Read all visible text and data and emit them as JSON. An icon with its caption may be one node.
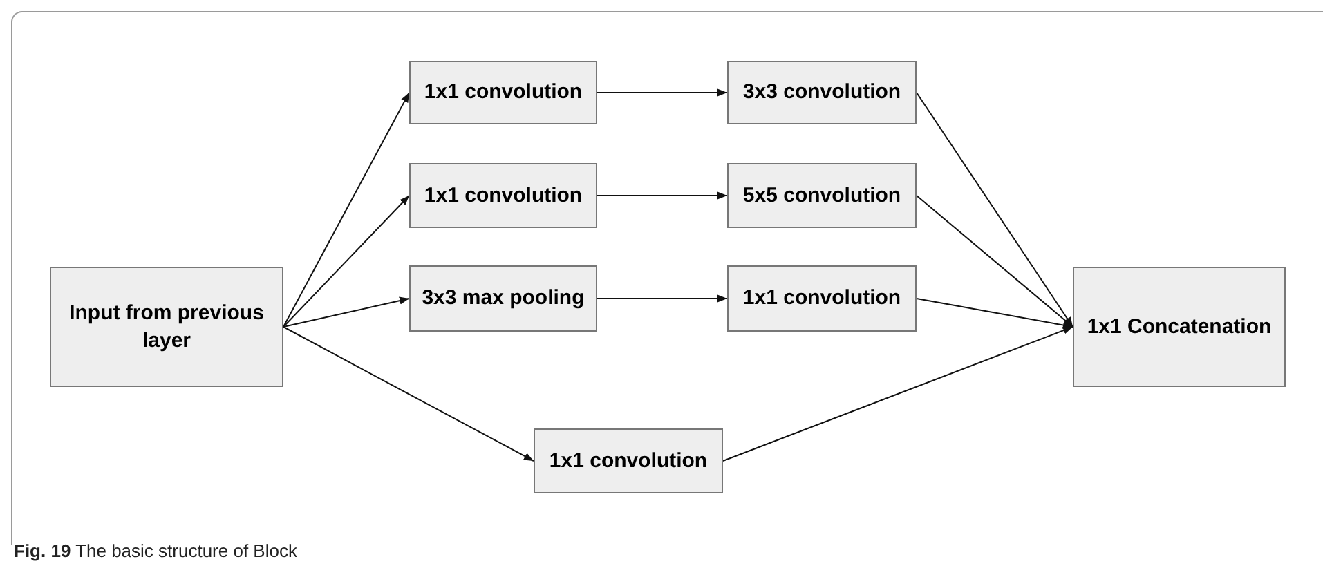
{
  "diagram": {
    "caption": "**Fig. 19** The basic structure of Block",
    "nodes": [
      {
        "text": [
          "Input from previous layer"
        ]
      },
      {
        "text": [
          "1x1 convolution"
        ]
      },
      {
        "text": [
          "3x3 convolution"
        ]
      },
      {
        "text": [
          "1x1 convolution"
        ]
      },
      {
        "text": [
          "5x5 convolution"
        ]
      },
      {
        "text": [
          "3x3 max pooling"
        ]
      },
      {
        "text": [
          "1x1 convolution"
        ]
      },
      {
        "text": [
          "1x1 convolution"
        ]
      },
      {
        "text": [
          "1x1 Concatenation"
        ]
      }
    ],
    "edges": [
      {
        "from": 0,
        "to": 1,
        "arrow": "to"
      },
      {
        "from": 0,
        "to": 3,
        "arrow": "to"
      },
      {
        "from": 0,
        "to": 5,
        "arrow": "to"
      },
      {
        "from": 0,
        "to": 7,
        "arrow": "to"
      },
      {
        "from": 1,
        "to": 2,
        "arrow": "to"
      },
      {
        "from": 3,
        "to": 4,
        "arrow": "to"
      },
      {
        "from": 5,
        "to": 6,
        "arrow": "to"
      },
      {
        "from": 2,
        "to": 8,
        "arrow": "to"
      },
      {
        "from": 4,
        "to": 8,
        "arrow": "to"
      },
      {
        "from": 6,
        "to": 8,
        "arrow": "to"
      },
      {
        "from": 7,
        "to": 8,
        "arrow": "to"
      }
    ]
  }
}
